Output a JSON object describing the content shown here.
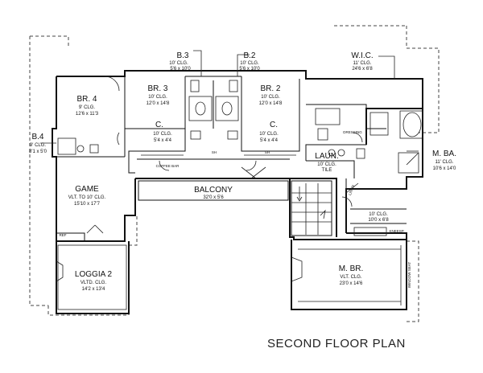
{
  "title": "SECOND FLOOR PLAN",
  "rooms": {
    "b3": {
      "name": "B.3",
      "ceiling": "10' CLG.",
      "size": "5'6 x 10'0"
    },
    "b2": {
      "name": "B.2",
      "ceiling": "10' CLG.",
      "size": "5'6 x 10'0"
    },
    "wic": {
      "name": "W.I.C.",
      "ceiling": "11' CLG.",
      "size": "24'6 x 6'8"
    },
    "br4": {
      "name": "BR. 4",
      "ceiling": "9' CLG.",
      "size": "12'6 x 11'3"
    },
    "br3": {
      "name": "BR. 3",
      "ceiling": "10' CLG.",
      "size": "12'0 x 14'8"
    },
    "br2": {
      "name": "BR. 2",
      "ceiling": "10' CLG.",
      "size": "12'0 x 14'8"
    },
    "c1": {
      "name": "C.",
      "ceiling": "10' CLG.",
      "size": "5'4 x 4'4"
    },
    "c2": {
      "name": "C.",
      "ceiling": "10' CLG.",
      "size": "5'4 x 4'4"
    },
    "b4": {
      "name": "B.4",
      "ceiling": "9' CLG.",
      "size": "8'1 x 5'0"
    },
    "laun": {
      "name": "LAUN.",
      "ceiling": "10' CLG.",
      "size": "TILE"
    },
    "mba": {
      "name": "M. BA.",
      "ceiling": "11' CLG.",
      "size": "10'6 x 14'0"
    },
    "balcony": {
      "name": "BALCONY",
      "size": "32'0 x 5'6"
    },
    "game": {
      "name": "GAME",
      "ceiling": "VLT. TO 10' CLG.",
      "size": "15'10 x 17'7"
    },
    "loggia": {
      "name": "LOGGIA 2",
      "ceiling": "VLTD. CLG.",
      "size": "14'2 x 13'4"
    },
    "mbr": {
      "name": "M. BR.",
      "ceiling": "VLT. CLG.",
      "size": "23'0 x 14'6"
    },
    "hall": {
      "ceiling": "10' CLG.",
      "size": "10'0 x 6'8"
    }
  },
  "small_labels": {
    "dressing": "DRESSING",
    "coffee_bar": "COFFEE BAR",
    "linen": "LINEN",
    "sh_left": "SH",
    "sh_right": "SH",
    "window_seat": "WINDOW SEAT",
    "kneesp": "KNEESP.",
    "ref": "REF"
  }
}
